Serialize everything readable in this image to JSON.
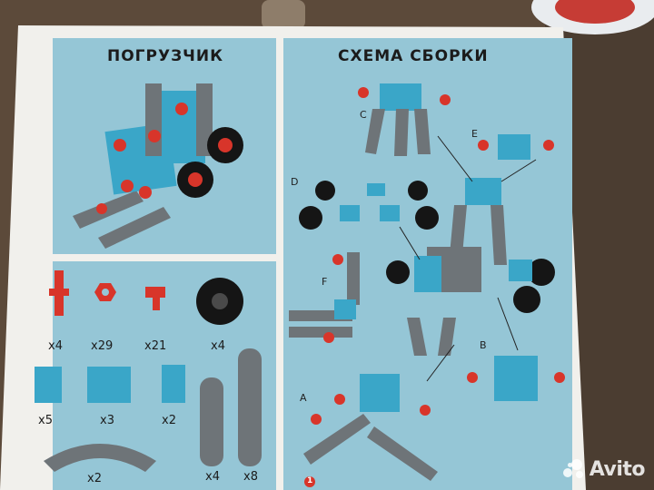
{
  "page": {
    "title_left": "ПОГРУЗЧИК",
    "title_right": "СХЕМА СБОРКИ",
    "step_number": "1"
  },
  "parts": {
    "counts": [
      "x4",
      "x29",
      "x21",
      "x4",
      "x5",
      "x3",
      "x2",
      "x4",
      "x8",
      "x2"
    ]
  },
  "assembly": {
    "labels": [
      "A",
      "B",
      "C",
      "D",
      "E",
      "F"
    ]
  },
  "watermark": "Avito",
  "colors": {
    "panel": "#95c6d6",
    "blue_part": "#3aa6c8",
    "red_part": "#d8352a",
    "gray_part": "#6e7478",
    "tire": "#151515"
  }
}
